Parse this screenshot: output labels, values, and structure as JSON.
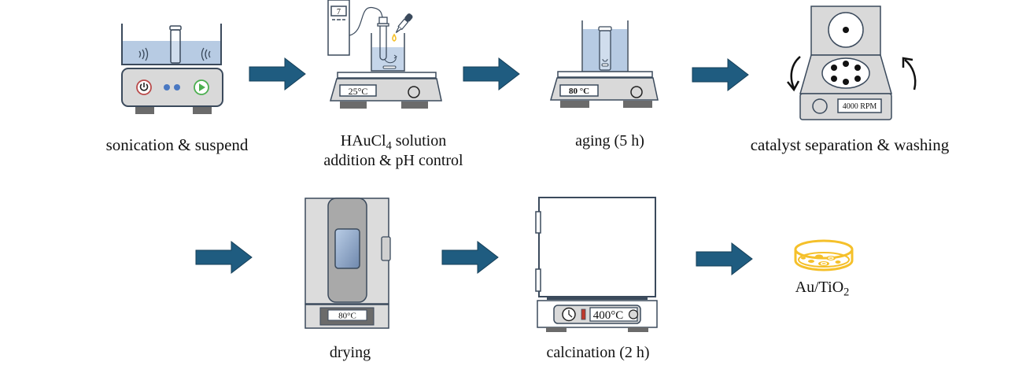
{
  "title": "Au/TiO2 catalyst deposition-precipitation workflow",
  "colors": {
    "arrow": "#1f5c80",
    "arrow_stroke": "#163f58",
    "outline": "#3b4a5c",
    "device_body": "#d9d9d9",
    "feet": "#6b6b6b",
    "liquid": "#b7cbe3",
    "product": "#f5c02a"
  },
  "steps": [
    {
      "id": "sonication",
      "label": "sonication & suspend"
    },
    {
      "id": "hauCl4",
      "label_main": "HAuCl",
      "label_sub": "4",
      "label_rest": " solution",
      "label_line2": "addition & pH control",
      "display_temp": "25°C",
      "ph_meter_value": "7"
    },
    {
      "id": "aging",
      "label": "aging (5 h)",
      "display_temp": "80 °C"
    },
    {
      "id": "separation",
      "label": "catalyst separation & washing",
      "display_speed": "4000 RPM"
    },
    {
      "id": "drying",
      "label": "drying",
      "display_temp": "80°C"
    },
    {
      "id": "calcination",
      "label": "calcination (2 h)",
      "display_temp": "400°C"
    },
    {
      "id": "product",
      "label_main": "Au/TiO",
      "label_sub": "2"
    }
  ]
}
